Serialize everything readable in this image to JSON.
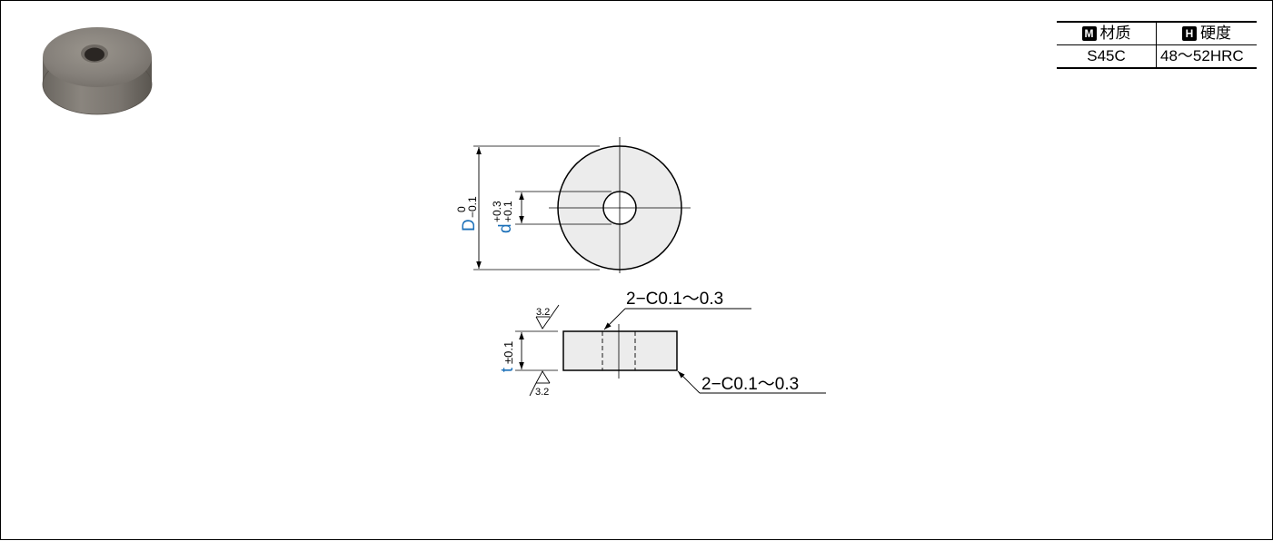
{
  "spec_table": {
    "material": {
      "badge": "M",
      "label": "材质",
      "value": "S45C"
    },
    "hardness": {
      "badge": "H",
      "label": "硬度",
      "value": "48～52HRC"
    }
  },
  "drawing": {
    "dim_D": {
      "symbol": "D",
      "upper": "0",
      "lower": "−0.1"
    },
    "dim_d": {
      "symbol": "d",
      "upper": "+0.3",
      "lower": "+0.1"
    },
    "dim_t": {
      "symbol": "t",
      "tolerance": "±0.1"
    },
    "chamfer_top": "2−C0.1～0.3",
    "chamfer_bottom": "2−C0.1～0.3",
    "roughness_top": "3.2",
    "roughness_bottom": "3.2"
  },
  "colors": {
    "dimension_symbol": "#1a6fb8",
    "part_fill": "#ececec",
    "line": "#000000"
  }
}
